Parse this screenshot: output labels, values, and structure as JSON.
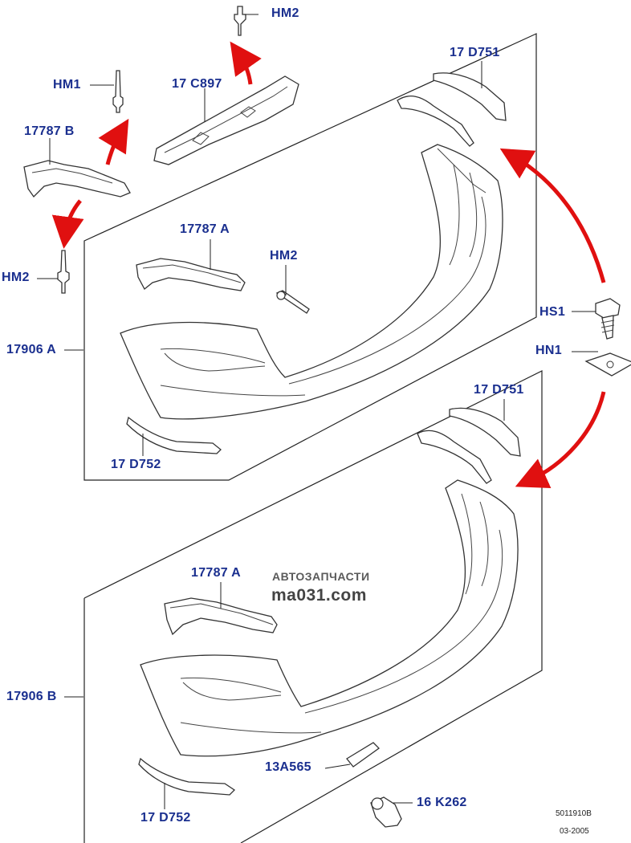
{
  "labels": {
    "hm2_top": "HM2",
    "hm1": "HM1",
    "c17c897": "17 C897",
    "b17787": "17787 B",
    "hm2_left": "HM2",
    "d17d751_top": "17 D751",
    "a17787_upper": "17787 A",
    "hm2_mid": "HM2",
    "hs1": "HS1",
    "hn1": "HN1",
    "a17906": "17906 A",
    "d17d752_upper": "17 D752",
    "d17d751_lower": "17 D751",
    "a17787_lower": "17787 A",
    "b17906": "17906 B",
    "a13a565": "13A565",
    "k16k262": "16 K262",
    "d17d752_lower": "17 D752"
  },
  "watermark": {
    "line1": "АВТОЗАПЧАСТИ",
    "line2": "ma031.com"
  },
  "footer": {
    "code": "5011910B",
    "date": "03-2005"
  },
  "colors": {
    "label": "#1a2f8f",
    "arrow": "#e01010",
    "line": "#333333"
  }
}
